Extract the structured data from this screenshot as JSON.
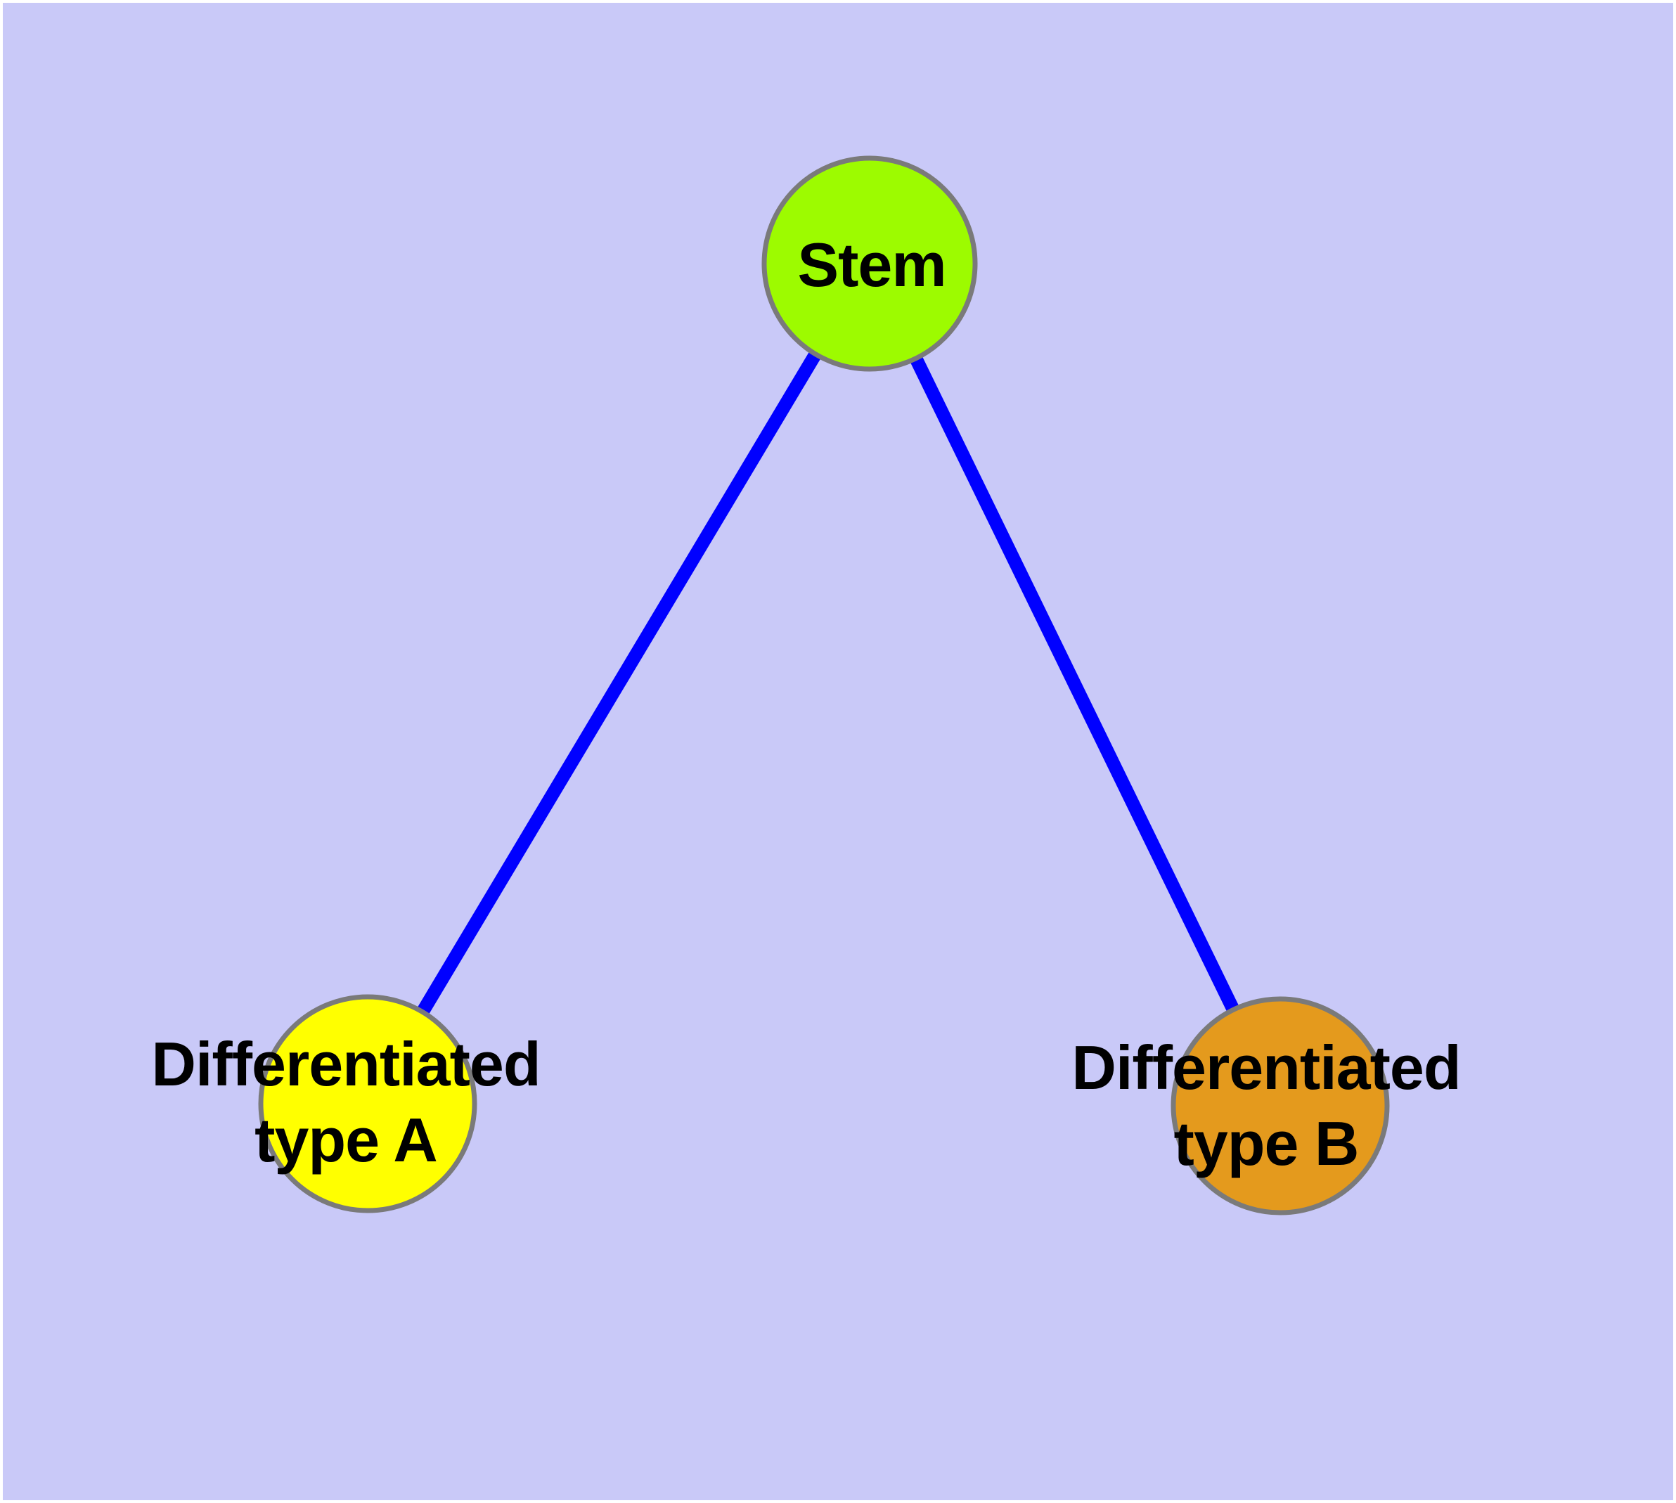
{
  "canvas": {
    "background_color": "#C9C9F8",
    "outer_margin_color": "#FFFFFF"
  },
  "graph": {
    "edge_color": "#0000FF",
    "node_border_color": "#7A7A7A",
    "label_color": "#000000",
    "nodes": [
      {
        "id": "stem",
        "label": "Stem",
        "fill": "#9DFB00"
      },
      {
        "id": "differentiated-type-a",
        "label_line1": "Differentiated",
        "label_line2": "type A",
        "fill": "#FFFF00"
      },
      {
        "id": "differentiated-type-b",
        "label_line1": "Differentiated",
        "label_line2": "type B",
        "fill": "#E49A1D"
      }
    ],
    "edges": [
      {
        "from": "stem",
        "to": "differentiated-type-a"
      },
      {
        "from": "stem",
        "to": "differentiated-type-b"
      }
    ]
  }
}
